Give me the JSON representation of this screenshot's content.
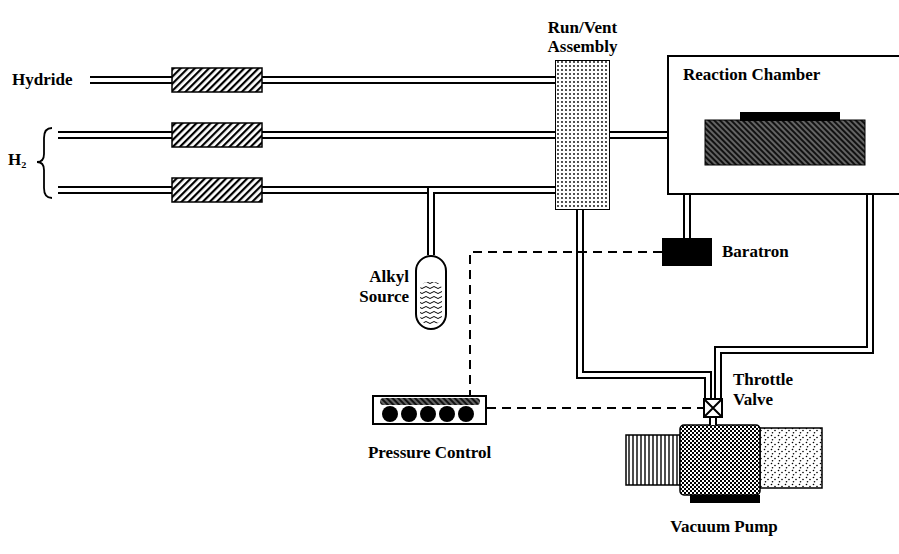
{
  "diagram": {
    "nodes": [
      {
        "text": [
          "Run/Vent Assembly"
        ]
      },
      {
        "text": [
          "Reaction Chamber"
        ]
      },
      {
        "text": [
          "Alkyl Source"
        ]
      },
      {
        "text": [
          "Baratron"
        ]
      },
      {
        "text": [
          "Pressure Control"
        ]
      },
      {
        "text": [
          "Throttle Valve"
        ]
      },
      {
        "text": [
          "Vacuum Pump"
        ]
      }
    ],
    "edges": [
      {
        "from": 0,
        "to": 1,
        "arrow": "none"
      },
      {
        "from": 2,
        "to": 0,
        "arrow": "none"
      },
      {
        "from": 1,
        "to": 3,
        "arrow": "none"
      },
      {
        "from": 1,
        "to": 5,
        "arrow": "none"
      },
      {
        "from": 0,
        "to": 5,
        "arrow": "none"
      },
      {
        "from": 3,
        "to": 4,
        "arrow": "none"
      },
      {
        "from": 4,
        "to": 5,
        "arrow": "none"
      },
      {
        "from": 5,
        "to": 6,
        "arrow": "none"
      }
    ],
    "labels": [
      "Hydride",
      "H₂"
    ]
  }
}
